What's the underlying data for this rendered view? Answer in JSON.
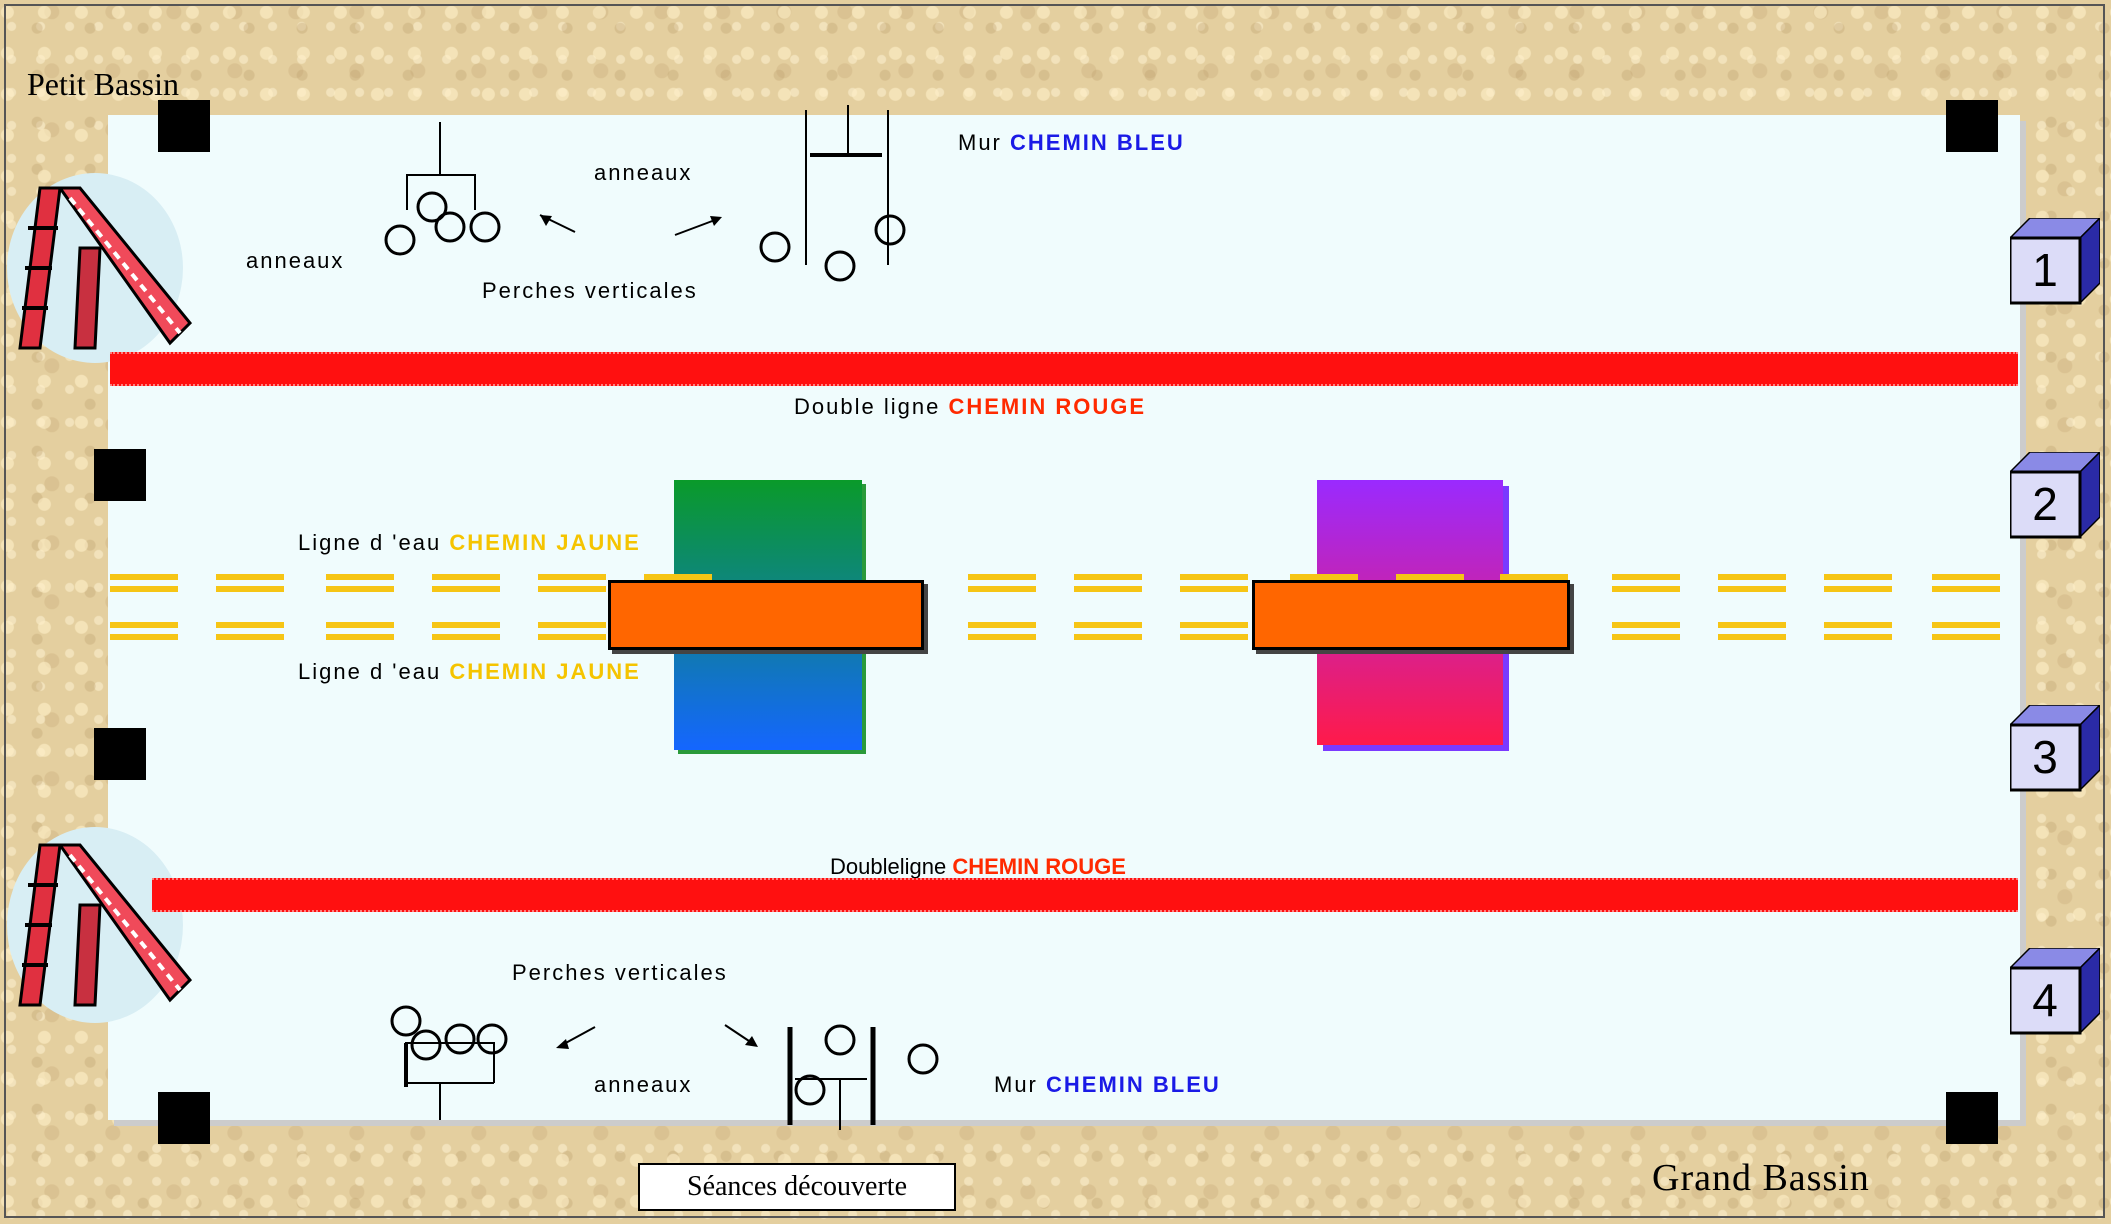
{
  "corners": {
    "top_left": "Petit Bassin",
    "bottom_right": "Grand Bassin"
  },
  "top_section": {
    "wall_prefix": "Mur",
    "wall_path": "CHEMIN BLEU",
    "rings_left": "anneaux",
    "rings_right": "anneaux",
    "poles": "Perches verticales"
  },
  "red_line_top": {
    "prefix": "Double ligne",
    "path": "CHEMIN ROUGE"
  },
  "yellow_top": {
    "prefix": "Ligne d 'eau",
    "path": "CHEMIN JAUNE"
  },
  "yellow_bottom": {
    "prefix": "Ligne d 'eau",
    "path": "CHEMIN JAUNE"
  },
  "red_line_bottom": {
    "prefix": "Doubleligne",
    "path": "CHEMIN ROUGE"
  },
  "bottom_section": {
    "poles": "Perches verticales",
    "rings": "anneaux",
    "wall_prefix": "Mur",
    "wall_path": "CHEMIN BLEU"
  },
  "lanes": [
    "1",
    "2",
    "3",
    "4"
  ],
  "caption": "Séances découverte",
  "colors": {
    "red_path": "#ff1010",
    "blue_path": "#1a1ae6",
    "yellow_path": "#f6c515",
    "obstacle": "#ff6600"
  },
  "icons": [
    "slide-icon",
    "ring-icon",
    "cube-icon"
  ]
}
